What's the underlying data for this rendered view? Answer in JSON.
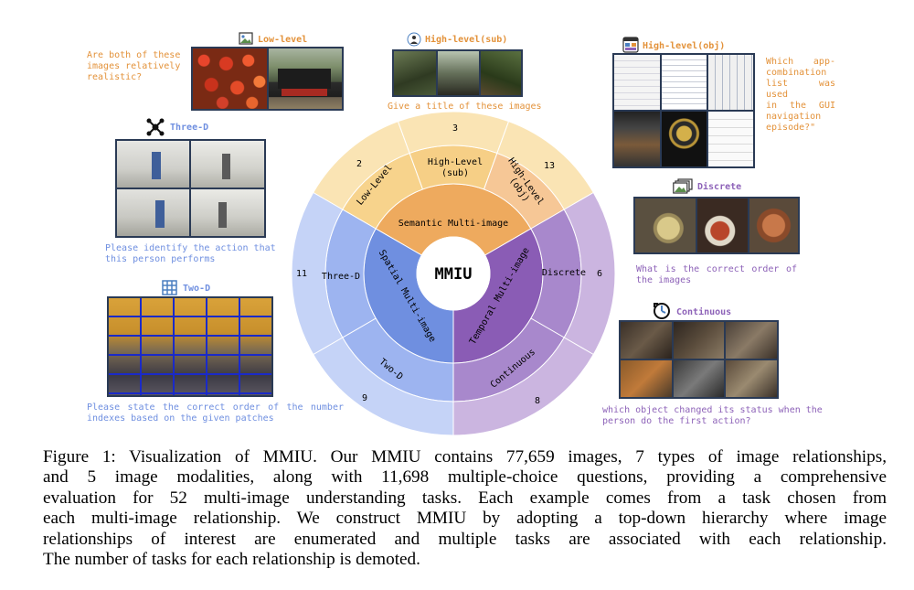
{
  "center_label": "MMIU",
  "inner_ring": {
    "semantic": "Semantic Multi-image",
    "spatial": "Spatial Multi-image",
    "temporal": "Temporal Multi-image"
  },
  "middle_ring": {
    "low_level": "Low-Level",
    "high_level_sub_1": "High-Level",
    "high_level_sub_2": "(sub)",
    "high_level_obj_1": "High-Level",
    "high_level_obj_2": "(obj)",
    "discrete": "Discrete",
    "continuous": "Continuous",
    "two_d": "Two-D",
    "three_d": "Three-D"
  },
  "task_counts": {
    "low_level": "2",
    "high_level_sub": "3",
    "high_level_obj": "13",
    "discrete": "6",
    "continuous": "8",
    "two_d": "9",
    "three_d": "11"
  },
  "panels": {
    "low_level": {
      "title": "Low-level",
      "question": [
        "Are both of these",
        "images relatively",
        "realistic?"
      ]
    },
    "high_level_sub": {
      "title": "High-level(sub)",
      "question": [
        "Give a title of these images"
      ]
    },
    "high_level_obj": {
      "title": "High-level(obj)",
      "question": [
        "Which app-",
        "combination",
        "list was used",
        "in the GUI",
        "navigation",
        "episode?\""
      ]
    },
    "three_d": {
      "title": "Three-D",
      "question": [
        "Please identify the action that",
        "this person performs"
      ]
    },
    "two_d": {
      "title": "Two-D",
      "question": [
        "Please state the correct order of the number",
        "indexes based on the given patches"
      ]
    },
    "discrete": {
      "title": "Discrete",
      "question": [
        "What is the correct order of",
        "the images"
      ]
    },
    "continuous": {
      "title": "Continuous",
      "question": [
        "which object changed its status when the",
        "person do the first action?"
      ]
    }
  },
  "caption_lines": [
    "Figure 1: Visualization of MMIU. Our MMIU contains 77,659 images, 7 types of image relationships,",
    "and 5 image modalities, along with 11,698 multiple-choice questions, providing a comprehensive",
    "evaluation for 52 multi-image understanding tasks. Each example comes from a task chosen from",
    "each multi-image relationship. We construct MMIU by adopting a top-down hierarchy where image",
    "relationships of interest are enumerated and multiple tasks are associated with each relationship.",
    "The number of tasks for each relationship is demoted."
  ],
  "colors": {
    "semantic_inner": "#eeaa5e",
    "semantic_mid": "#f7d38c",
    "semantic_outer": "#fae4b4",
    "spatial_inner": "#6f8fe0",
    "spatial_mid": "#9db4f0",
    "spatial_outer": "#c5d3f7",
    "temporal_inner": "#8a5cb5",
    "temporal_mid": "#a888cc",
    "temporal_outer": "#cbb5e0",
    "frame": "#2a3a55"
  },
  "icons": {
    "low_level": "landscape-image-icon",
    "high_level_sub": "person-scene-icon",
    "high_level_obj": "gui-window-icon",
    "three_d": "molecule-icon",
    "two_d": "grid-icon",
    "discrete": "image-stack-icon",
    "continuous": "clock-icon"
  }
}
